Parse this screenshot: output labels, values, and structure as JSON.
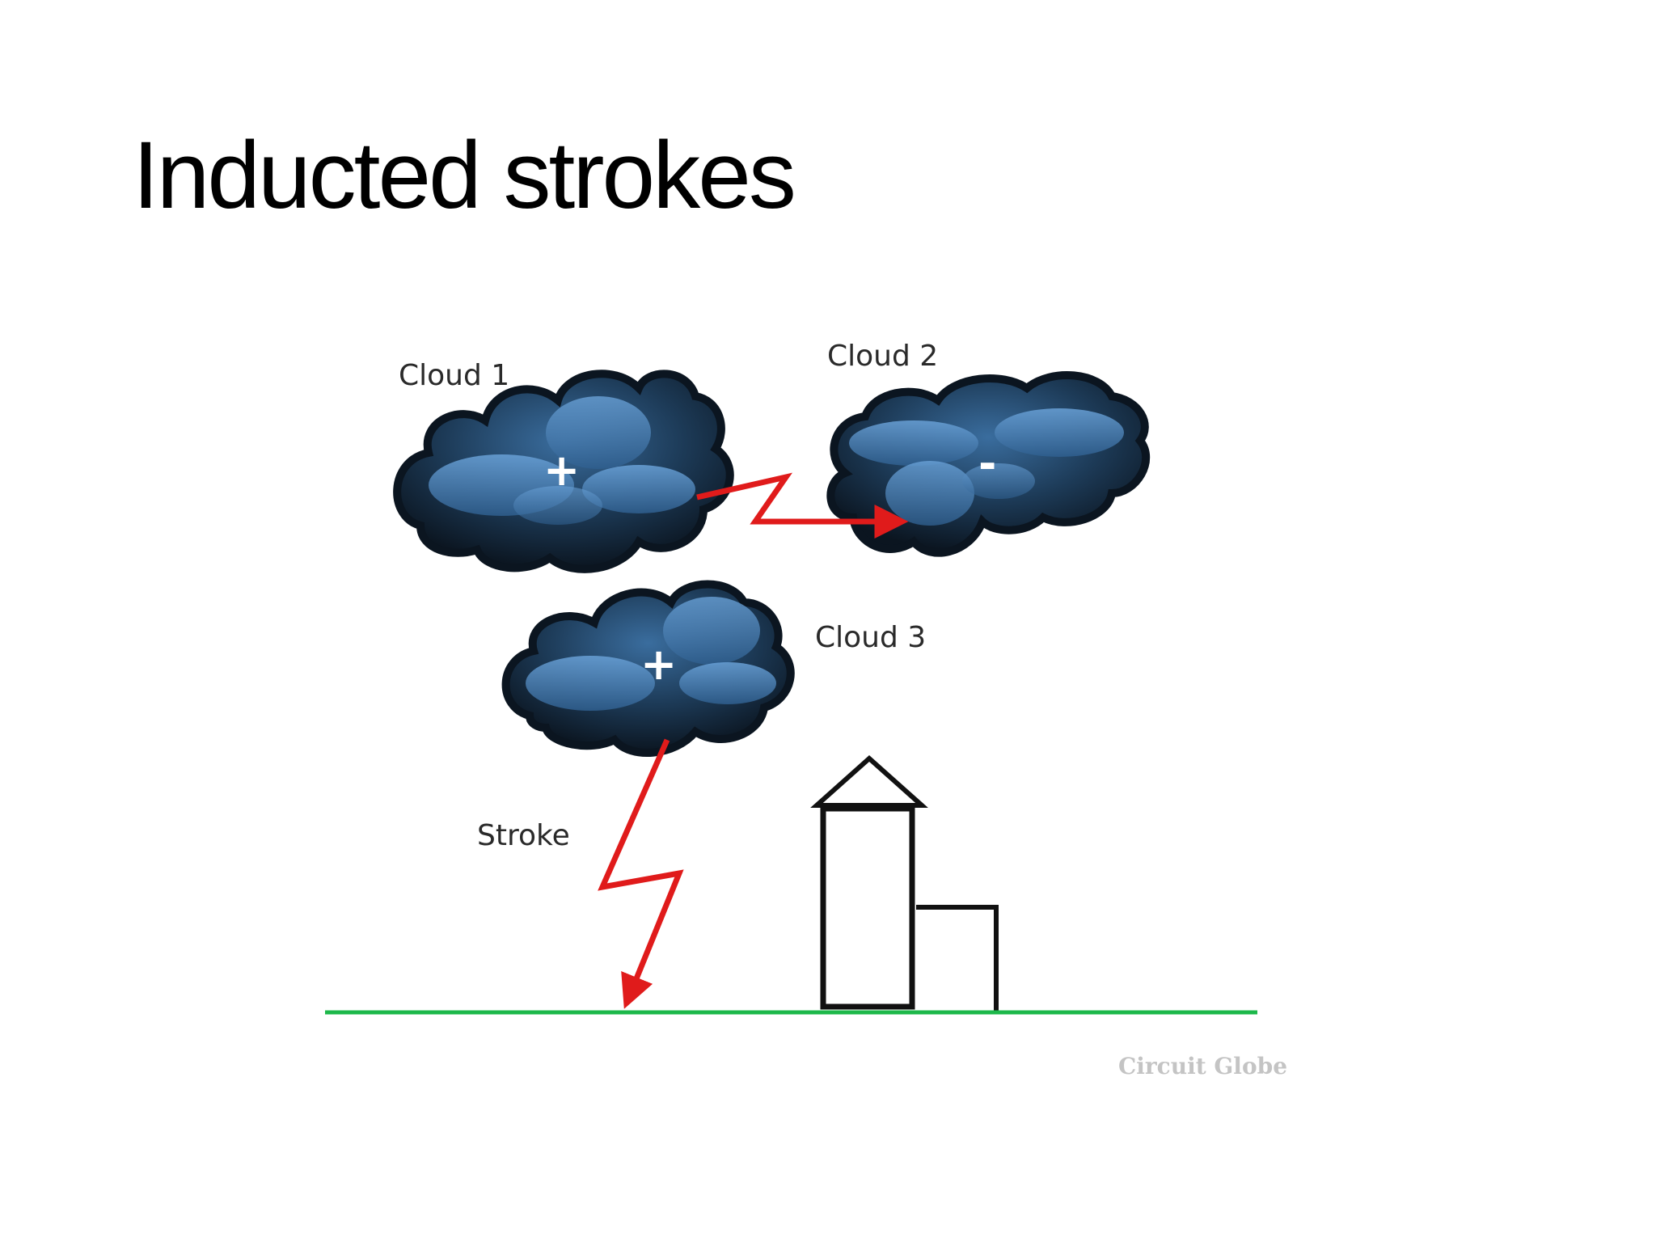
{
  "slide": {
    "title": "Inducted strokes"
  },
  "diagram": {
    "clouds": [
      {
        "label": "Cloud 1",
        "charge": "+"
      },
      {
        "label": "Cloud 2",
        "charge": "-"
      },
      {
        "label": "Cloud 3",
        "charge": "+"
      }
    ],
    "stroke_label": "Stroke",
    "credit": "Circuit Globe"
  },
  "colors": {
    "cloud_outline": "#0b1520",
    "cloud_body": "#1d3b58",
    "cloud_highlight": "#4d88c4",
    "lightning": "#e01b1b",
    "ground": "#1db84a",
    "building": "#111111",
    "credit": "#c4c4c4"
  }
}
